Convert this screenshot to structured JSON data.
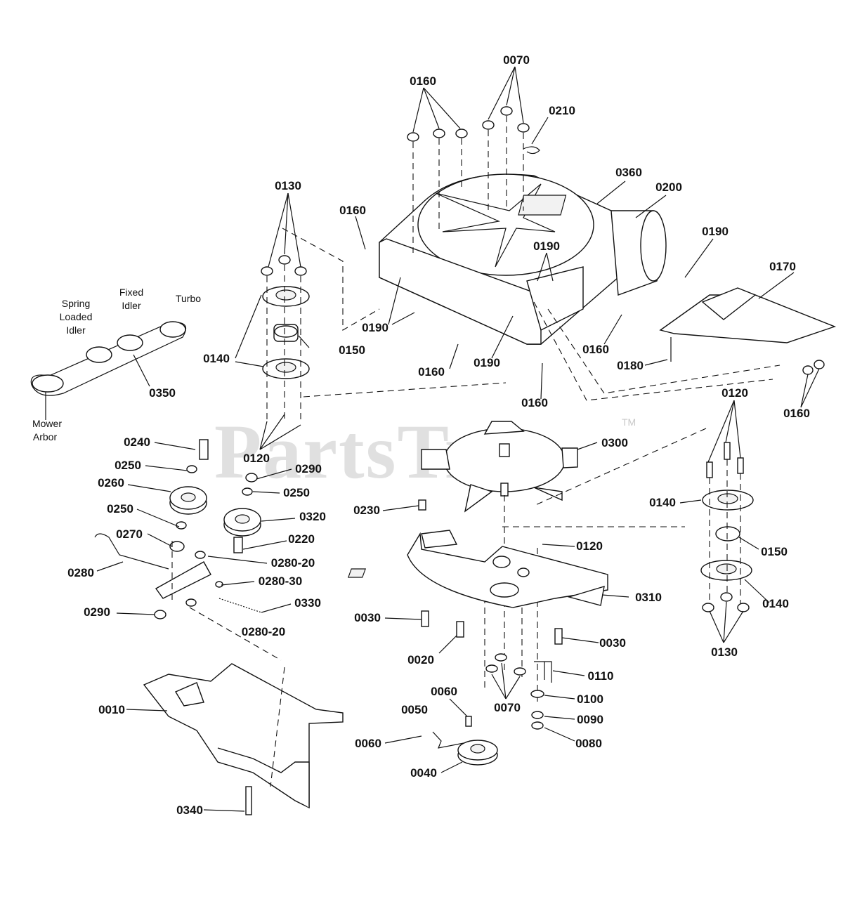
{
  "watermark": {
    "text": "PartsTree",
    "trademark": "TM"
  },
  "notes": {
    "spring_loaded_idler": [
      "Spring",
      "Loaded",
      "Idler"
    ],
    "fixed_idler": [
      "Fixed",
      "Idler"
    ],
    "turbo": "Turbo",
    "mower_arbor": [
      "Mower",
      "Arbor"
    ]
  },
  "callouts": [
    "0070",
    "0160",
    "0210",
    "0360",
    "0200",
    "0130",
    "0160",
    "0190",
    "0190",
    "0170",
    "0190",
    "0150",
    "0140",
    "0190",
    "0160",
    "0160",
    "0180",
    "0160",
    "0350",
    "0160",
    "0120",
    "0120",
    "0300",
    "0240",
    "0250",
    "0290",
    "0260",
    "0250",
    "0250",
    "0320",
    "0230",
    "0120",
    "0270",
    "0220",
    "0280",
    "0280-20",
    "0280-30",
    "0290",
    "0330",
    "0280-20",
    "0310",
    "0030",
    "0030",
    "0020",
    "0110",
    "0070",
    "0100",
    "0090",
    "0080",
    "0060",
    "0050",
    "0060",
    "0040",
    "0010",
    "0340",
    "0140",
    "0150",
    "0140",
    "0130"
  ]
}
